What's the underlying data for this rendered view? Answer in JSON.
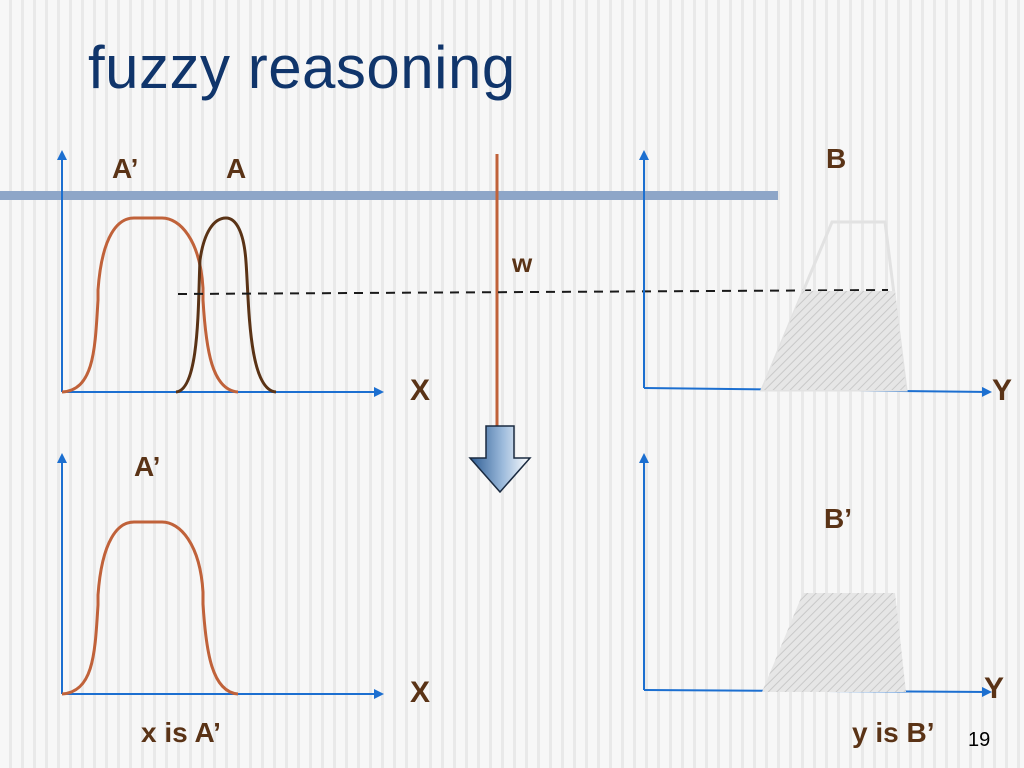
{
  "slide": {
    "title": "fuzzy reasoning",
    "page_number": "19"
  },
  "top_left_panel": {
    "label_a_prime": "A’",
    "label_a": "A",
    "axis_label": "X"
  },
  "weight": {
    "label": "w"
  },
  "top_right_panel": {
    "label_b": "B",
    "axis_label": "Y"
  },
  "bottom_left_panel": {
    "label_a_prime": "A’",
    "axis_label": "X",
    "caption": "x is A’"
  },
  "bottom_right_panel": {
    "label_b_prime": "B’",
    "axis_label": "Y",
    "caption": "y is B’"
  },
  "colors": {
    "title": "#10356b",
    "axis": "#1c6fd0",
    "curve_a_prime": "#c0623a",
    "curve_a": "#5a3316",
    "weight_line": "#c0623a",
    "label": "#5a3316"
  }
}
